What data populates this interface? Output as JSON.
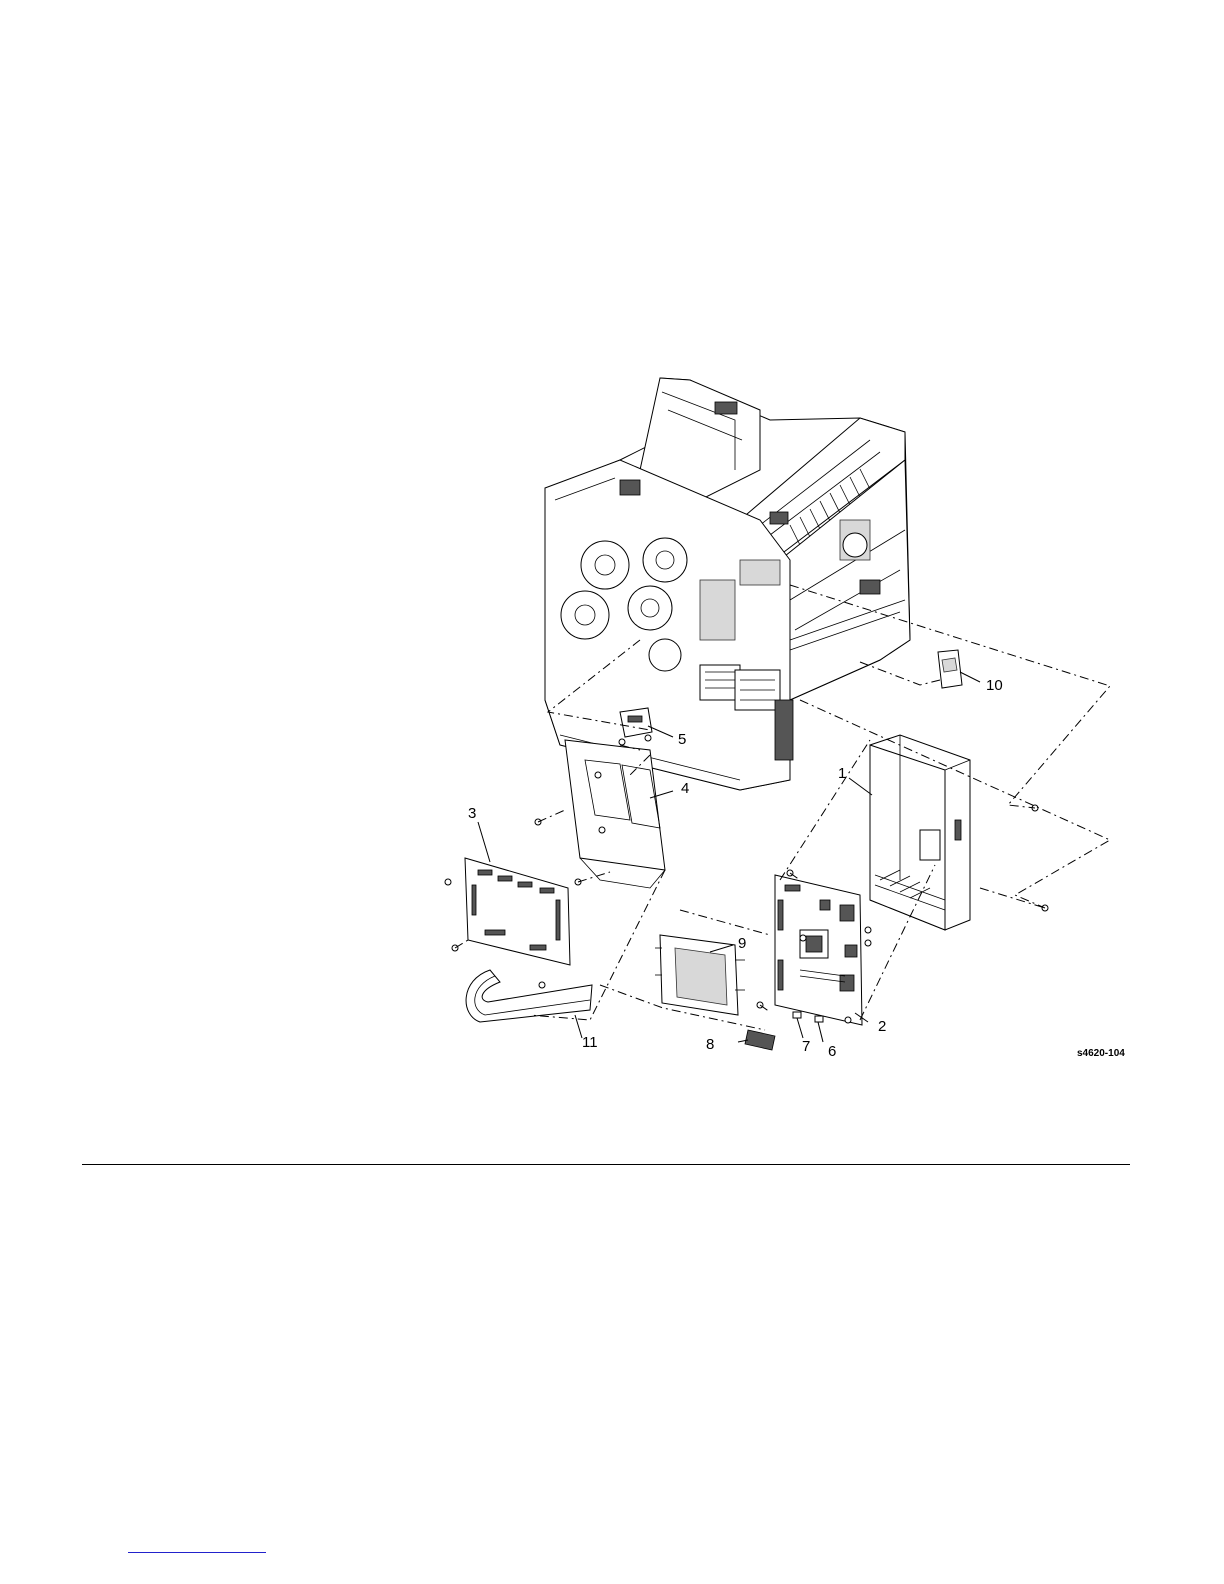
{
  "figure": {
    "id_label": "s4620-104",
    "callouts": [
      "1",
      "2",
      "3",
      "4",
      "5",
      "6",
      "7",
      "8",
      "9",
      "10",
      "11"
    ]
  },
  "colors": {
    "ink": "#000000",
    "rule": "#000000",
    "link_underline": "#2222cc"
  }
}
